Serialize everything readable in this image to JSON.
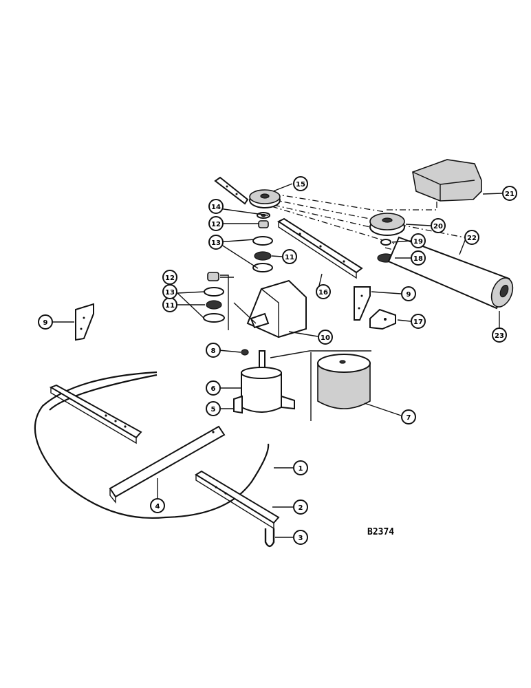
{
  "drawing_code": "B2374",
  "callouts": [
    "1",
    "2",
    "3",
    "4",
    "5",
    "6",
    "7",
    "8",
    "9",
    "9",
    "10",
    "11",
    "11",
    "12",
    "12",
    "13",
    "13",
    "14",
    "15",
    "16",
    "17",
    "18",
    "19",
    "20",
    "21",
    "22",
    "23"
  ]
}
